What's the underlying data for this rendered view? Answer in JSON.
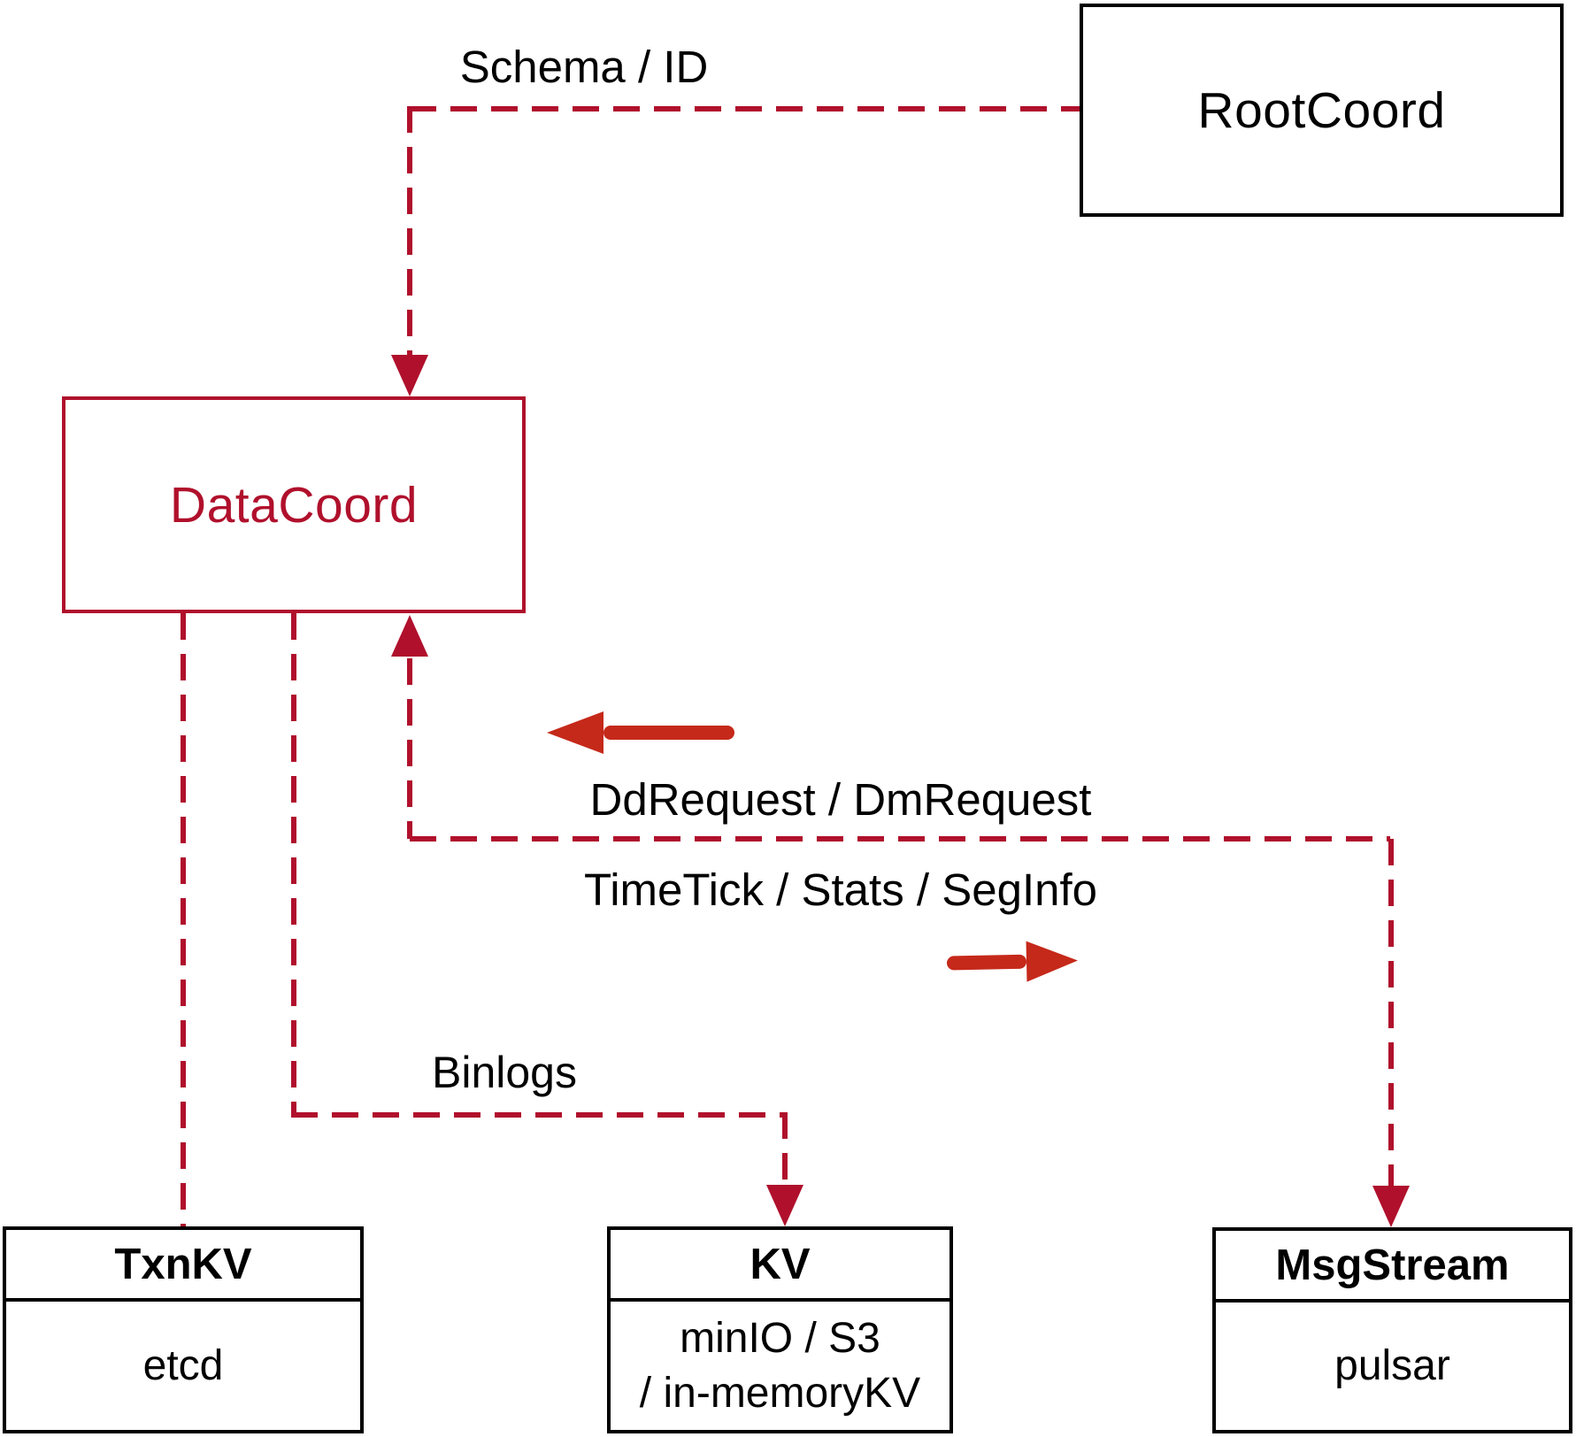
{
  "colors": {
    "line_red": "#b0102c",
    "arrow_red": "#c5291a",
    "box_border_black": "#000000",
    "text_black": "#000000",
    "background": "#ffffff"
  },
  "nodes": {
    "rootcoord": {
      "label": "RootCoord"
    },
    "datacoord": {
      "label": "DataCoord"
    },
    "txnkv": {
      "title": "TxnKV",
      "value": "etcd"
    },
    "kv": {
      "title": "KV",
      "value_lines": [
        "minIO / S3",
        "/ in-memoryKV"
      ]
    },
    "msgstream": {
      "title": "MsgStream",
      "value": "pulsar"
    }
  },
  "edges": {
    "schema_id": {
      "label": "Schema / ID",
      "from": "RootCoord",
      "to": "DataCoord"
    },
    "dd_dm_request": {
      "label": "DdRequest / DmRequest"
    },
    "timetick_stats_seginfo": {
      "label": "TimeTick / Stats / SegInfo"
    },
    "binlogs": {
      "label": "Binlogs",
      "from": "DataCoord",
      "to": "KV"
    }
  }
}
